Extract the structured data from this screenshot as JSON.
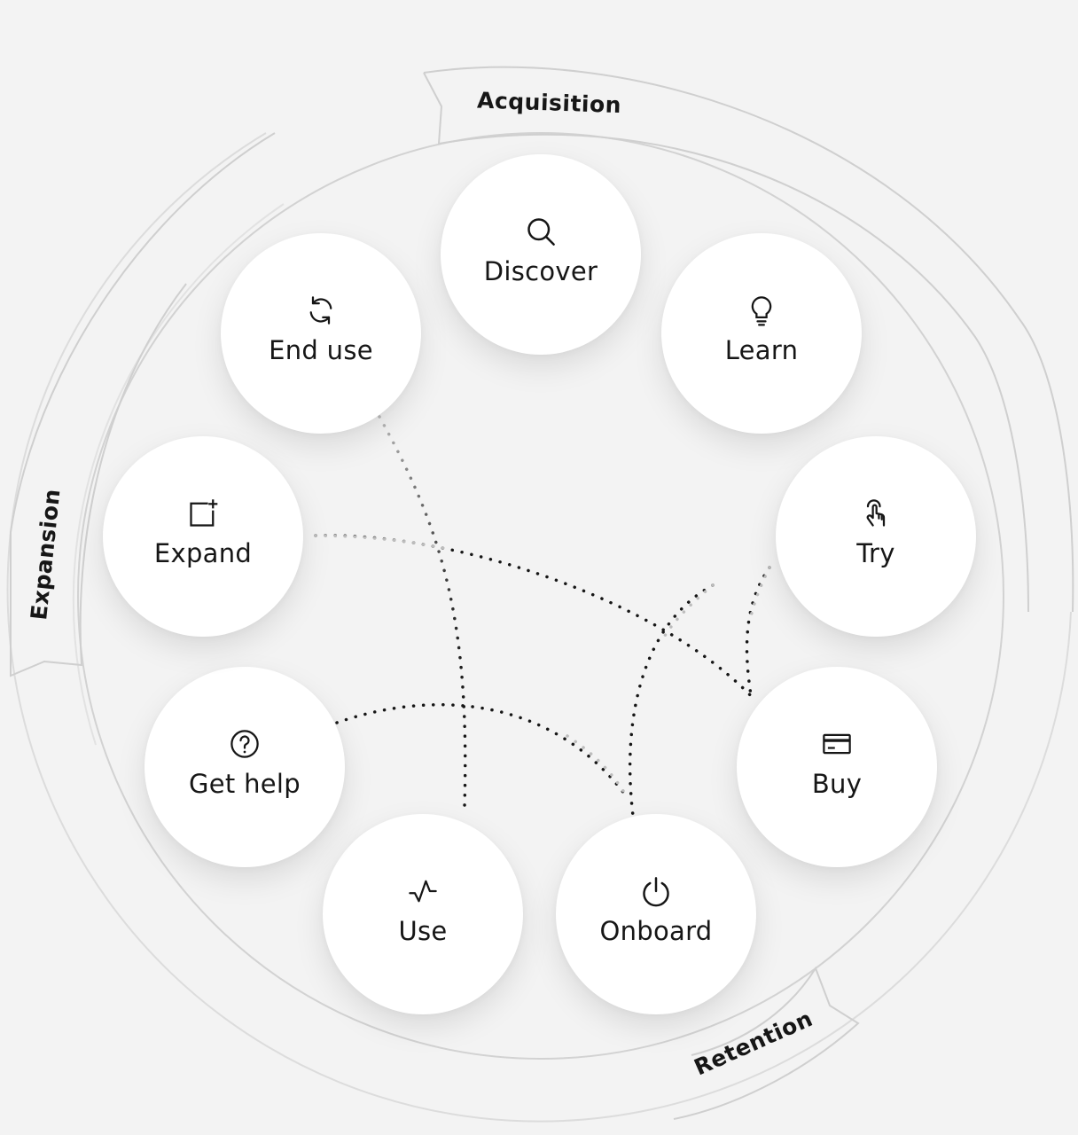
{
  "phases": {
    "acquisition": "Acquisition",
    "expansion": "Expansion",
    "retention": "Retention"
  },
  "nodes": [
    {
      "id": "discover",
      "label": "Discover",
      "icon": "search-icon"
    },
    {
      "id": "learn",
      "label": "Learn",
      "icon": "lightbulb-icon"
    },
    {
      "id": "try",
      "label": "Try",
      "icon": "touch-icon"
    },
    {
      "id": "buy",
      "label": "Buy",
      "icon": "credit-card-icon"
    },
    {
      "id": "onboard",
      "label": "Onboard",
      "icon": "power-icon"
    },
    {
      "id": "use",
      "label": "Use",
      "icon": "activity-icon"
    },
    {
      "id": "get_help",
      "label": "Get help",
      "icon": "help-icon"
    },
    {
      "id": "expand",
      "label": "Expand",
      "icon": "add-box-icon"
    },
    {
      "id": "end_use",
      "label": "End use",
      "icon": "renew-icon"
    }
  ],
  "colors": {
    "background": "#f3f3f3",
    "node_fill": "#ffffff",
    "text": "#161616",
    "ring": "#cfcfcf",
    "connector": "#161616",
    "connector_faded": "#bdbdbd"
  }
}
